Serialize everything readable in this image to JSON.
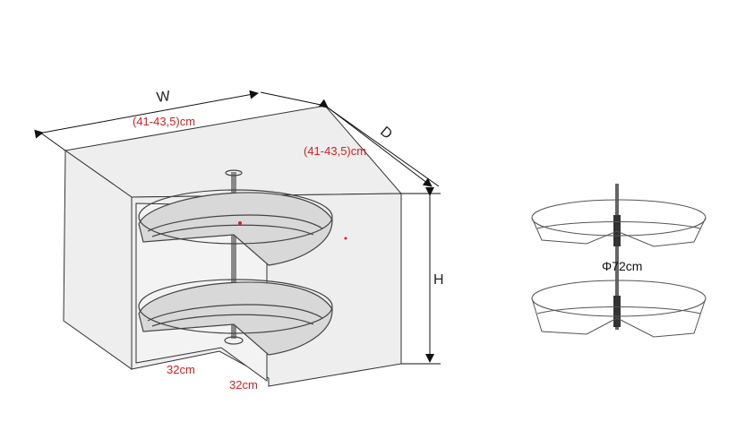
{
  "dimensions": {
    "width_label": "W",
    "width_value": "(41-43,5)cm",
    "depth_label": "D",
    "depth_value": "(41-43,5)cm",
    "height_label": "H",
    "opening_left": "32cm",
    "opening_right": "32cm",
    "diameter": "Φ72cm"
  }
}
